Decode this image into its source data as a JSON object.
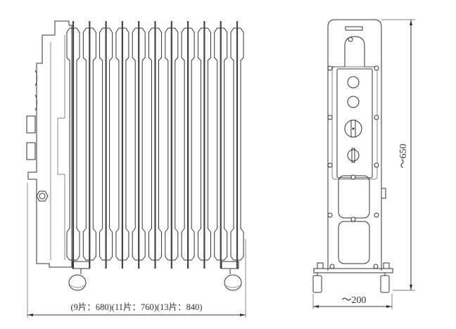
{
  "drawing": {
    "side_view_width_label": "(9片：680)(11片：760)(13片：840)",
    "front_view_height_label": "～650",
    "front_view_width_label": "～200"
  }
}
